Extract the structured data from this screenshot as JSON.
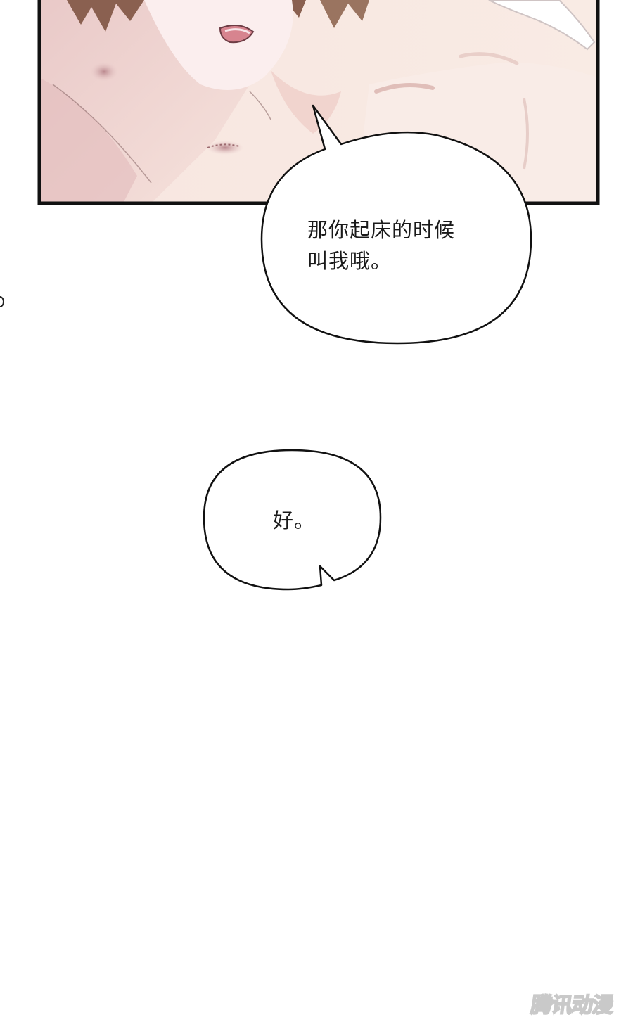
{
  "panel": {
    "skin_color": "#f3dcd9",
    "border_color": "#111111"
  },
  "bubbles": [
    {
      "text": "那你起床的时候\n叫我哦。"
    },
    {
      "text": "好。"
    }
  ],
  "watermark": {
    "text": "腾讯动漫"
  }
}
